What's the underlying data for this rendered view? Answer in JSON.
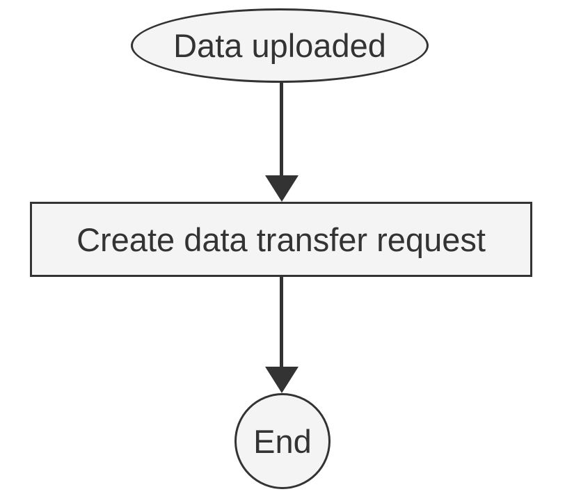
{
  "diagram": {
    "type": "flowchart",
    "direction": "top-down",
    "background_color": "#ffffff",
    "node_fill_color": "#f4f4f4",
    "node_stroke_color": "#333333",
    "edge_color": "#333333",
    "text_color": "#333333",
    "nodes": [
      {
        "id": "start",
        "shape": "ellipse",
        "label": "Data uploaded"
      },
      {
        "id": "process",
        "shape": "rectangle",
        "label": "Create data transfer request"
      },
      {
        "id": "end",
        "shape": "circle",
        "label": "End"
      }
    ],
    "edges": [
      {
        "from": "start",
        "to": "process",
        "style": "solid",
        "arrowhead": "filled-triangle",
        "label": ""
      },
      {
        "from": "process",
        "to": "end",
        "style": "solid",
        "arrowhead": "filled-triangle",
        "label": ""
      }
    ]
  }
}
